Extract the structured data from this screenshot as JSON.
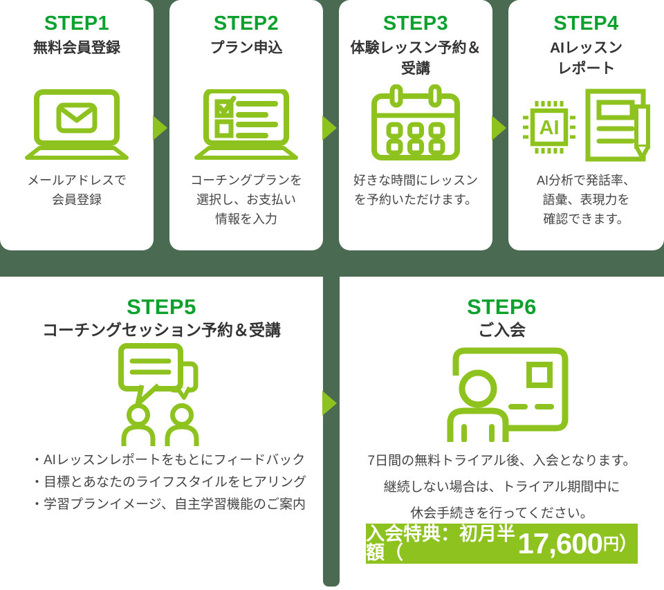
{
  "theme": {
    "background_panel": "#4a6b52",
    "accent_green": "#8dc21f",
    "step_label_green": "#0aa12d",
    "title_text": "#333333",
    "body_text": "#444444",
    "card_background": "#ffffff",
    "banner_background": "#8dc21f",
    "banner_text": "#ffffff"
  },
  "steps": [
    {
      "label": "STEP1",
      "title": "無料会員登録",
      "icon": "laptop-mail-icon",
      "description": "メールアドレスで\n会員登録"
    },
    {
      "label": "STEP2",
      "title": "プラン申込",
      "icon": "laptop-form-icon",
      "description": "コーチングプランを\n選択し、お支払い\n情報を入力"
    },
    {
      "label": "STEP3",
      "title": "体験レッスン予約＆\n受講",
      "icon": "calendar-icon",
      "description": "好きな時間にレッスン\nを予約いただけます。"
    },
    {
      "label": "STEP4",
      "title": "AIレッスン\nレポート",
      "icon": "ai-report-icon",
      "description": "AI分析で発話率、\n語彙、表現力を\n確認できます。"
    },
    {
      "label": "STEP5",
      "title": "コーチングセッション予約＆受講",
      "icon": "chat-people-icon",
      "description": "・AIレッスンレポートをもとにフィードバック\n・目標とあなたのライフスタイルをヒアリング\n・学習プランイメージ、自主学習機能のご案内"
    },
    {
      "label": "STEP6",
      "title": "ご入会",
      "icon": "credit-card-person-icon",
      "description": "7日間の無料トライアル後、入会となります。\n継続しない場合は、トライアル期間中に\n休会手続きを行ってください。",
      "banner": {
        "prefix": "入会特典：初月半額（",
        "amount": "17,600",
        "unit": "円",
        "suffix": "）"
      }
    }
  ],
  "chip_text": "AI"
}
